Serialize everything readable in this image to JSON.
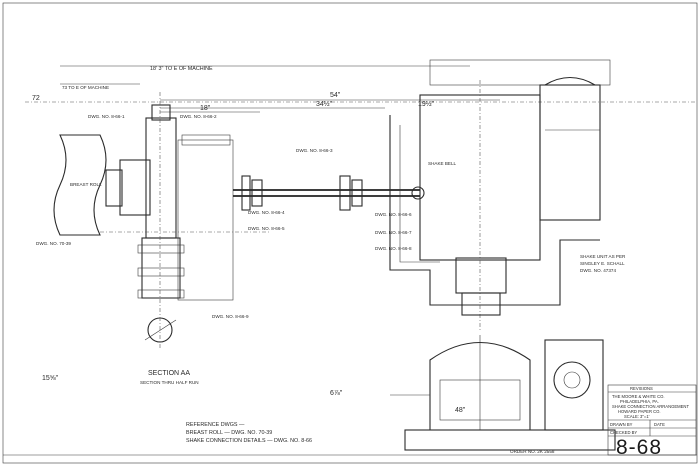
{
  "dimensions": {
    "machine": "18' 3\" TO E OF MACHINE",
    "to_e_machine": "73 TO E OF MACHINE",
    "d72": "72",
    "d54": "54\"",
    "d34": "34½\"",
    "d19": "19½\"",
    "d18": "18\"",
    "d15": "15⅝\"",
    "d48": "48\"",
    "d68": "6⅞\""
  },
  "labels": {
    "breast_roll": "BREAST ROLL",
    "breast_roll_dwg": "DWG. NO. 70-39",
    "section_aa": "SECTION AA",
    "section_sub": "SECTION THRU HALF RUN",
    "shake_unit": "SHAKE UNIT AS PER",
    "shake_unit_2": "SINGLEY E. SCHALL",
    "shake_unit_3": "DWG. NO. 47374",
    "shake_bell": "SHAKE BELL",
    "reference": "REFERENCE DWGS —",
    "ref_breast": "BREAST ROLL — DWG. NO. 70-39",
    "ref_shake": "SHAKE CONNECTION DETAILS — DWG. NO. 8-66",
    "order_no": "ORDER NO. 2K 2558",
    "part_refs": [
      "DWG. NO. 8-66-1",
      "DWG. NO. 8-66-2",
      "DWG. NO. 8-66-3",
      "DWG. NO. 8-66-4",
      "DWG. NO. 8-66-5",
      "DWG. NO. 8-66-6",
      "DWG. NO. 8-66-7",
      "DWG. NO. 8-66-8",
      "DWG. NO. 8-66-9"
    ]
  },
  "title_block": {
    "company": "THE MOORE & WHITE CO.",
    "city": "PHILADELPHIA, PA.",
    "title": "SHAKE CONNECTION ARRANGEMENT",
    "client": "HOWARD PAPER CO.",
    "scale": "SCALE: 3\"=1'",
    "drawn": "DRAWN BY",
    "checked": "CHECKED BY",
    "date": "DATE",
    "revisions": "REVISIONS",
    "drawing_number": "8-68"
  }
}
